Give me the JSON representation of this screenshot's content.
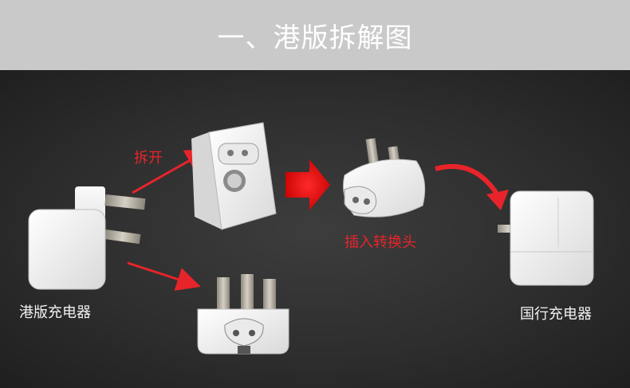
{
  "header": {
    "title": "一、港版拆解图"
  },
  "labels": {
    "disassemble": "拆开",
    "adapter_head": "插入转换头",
    "hk_charger": "港版充电器",
    "cn_charger": "国行充电器"
  },
  "colors": {
    "header_bg": "#c9c9c9",
    "stage_bg": "#2e2e2e",
    "accent_red": "#e8242b",
    "device_white": "#f4f4f4",
    "prong_metal": "#b0a89a"
  }
}
